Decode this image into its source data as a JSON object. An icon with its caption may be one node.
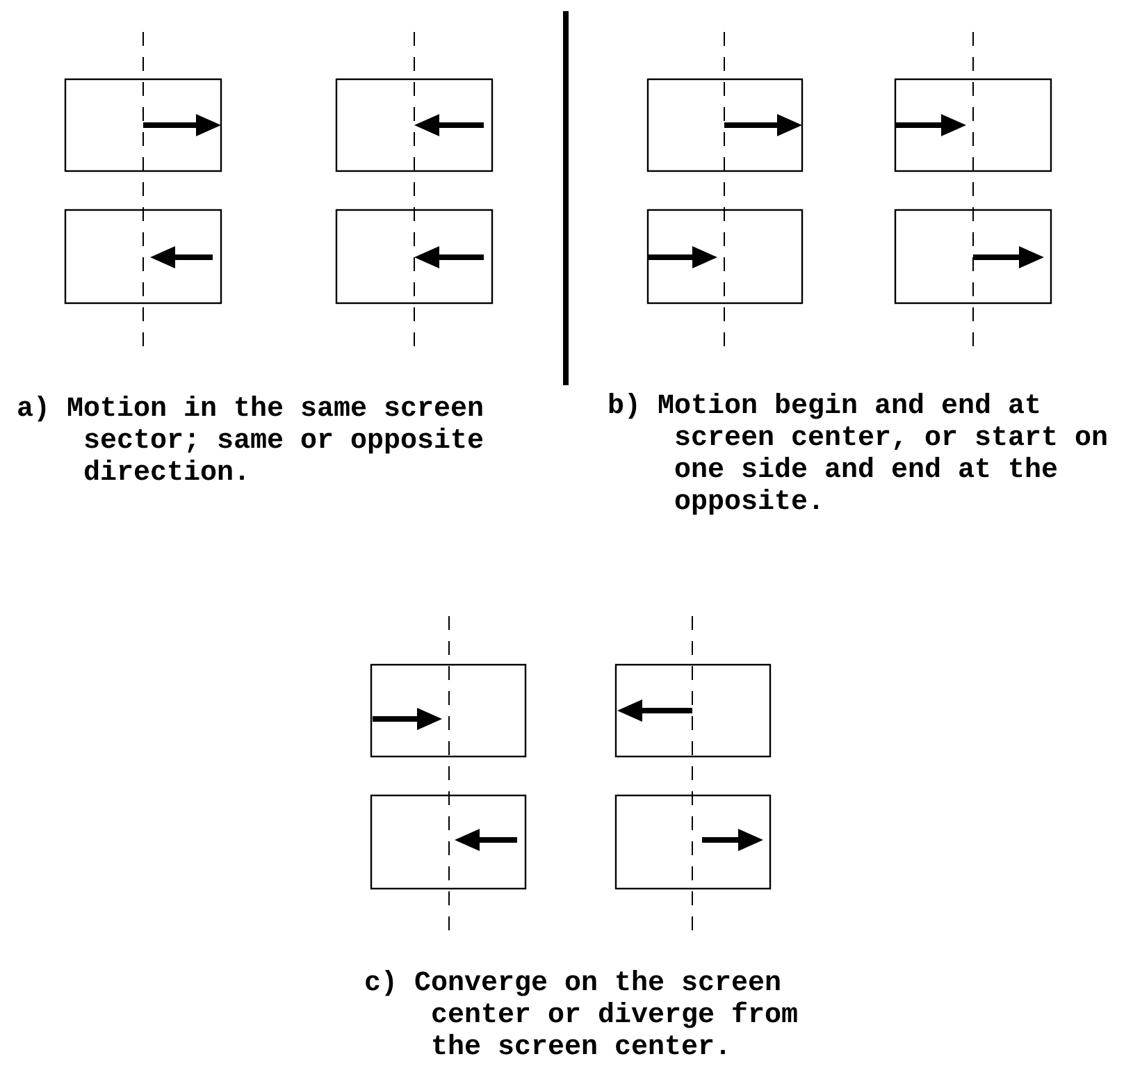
{
  "diagram": {
    "labels": [
      "a) Motion in the same screen sector; same or opposite direction.",
      "b) Motion begin and end at screen center, or start on one side and end at the opposite.",
      "c) Converge on the screen center or diverge from the screen center."
    ]
  }
}
